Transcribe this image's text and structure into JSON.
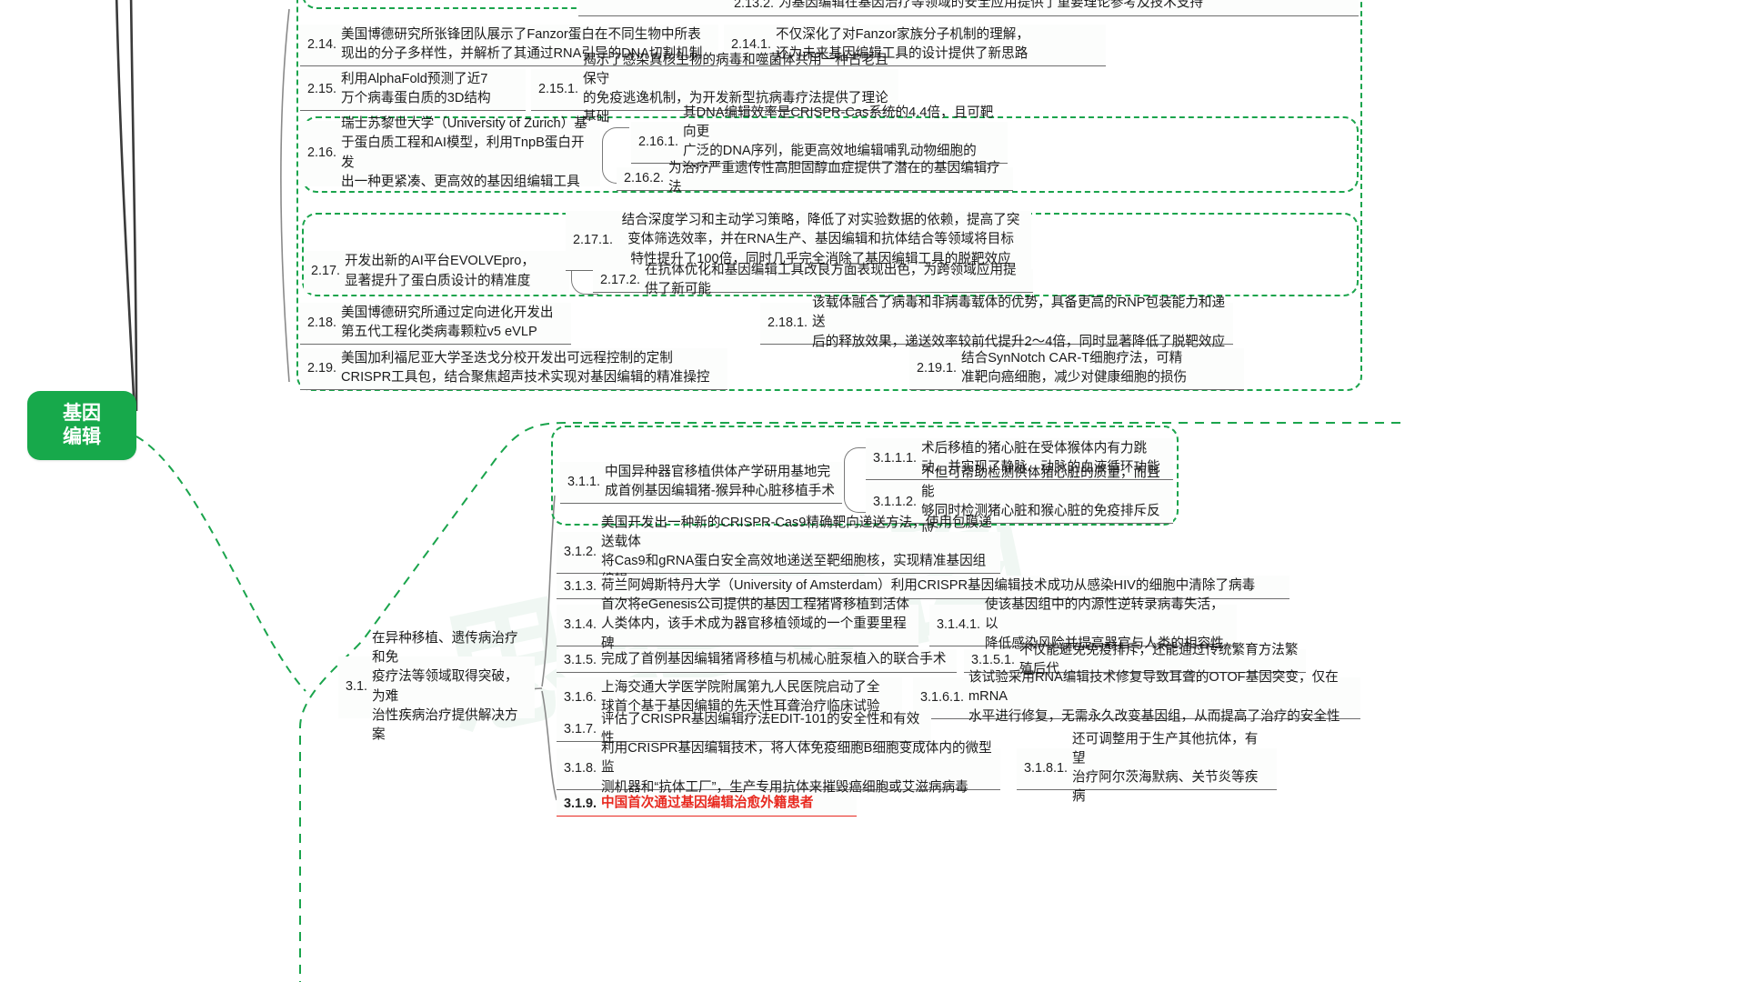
{
  "root": {
    "line1": "基因",
    "line2": "编辑"
  },
  "watermark": "思维导图",
  "branch2": {
    "nodes": [
      {
        "index": "2.13.2.",
        "text": "为基因编辑在基因治疗等领域的安全应用提供了重要理论参考及技术支持",
        "level": 3
      },
      {
        "index": "2.14.",
        "text": "美国博德研究所张锋团队展示了Fanzor蛋白在不同生物中所表\n现出的分子多样性，并解析了其通过RNA引导的DNA切割机制",
        "level": 2
      },
      {
        "index": "2.14.1.",
        "text": "不仅深化了对Fanzor家族分子机制的理解，\n还为未来基因编辑工具的设计提供了新思路",
        "level": 3
      },
      {
        "index": "2.15.",
        "text": "利用AlphaFold预测了近7\n万个病毒蛋白质的3D结构",
        "level": 2
      },
      {
        "index": "2.15.1.",
        "text": "揭示了感染真核生物的病毒和噬菌体共用一种古老且保守\n的免疫逃逸机制，为开发新型抗病毒疗法提供了理论基础",
        "level": 3
      },
      {
        "index": "2.16.",
        "text": "瑞士苏黎世大学（University of Zurich）基\n于蛋白质工程和AI模型，利用TnpB蛋白开发\n出一种更紧凑、更高效的基因组编辑工具",
        "level": 2
      },
      {
        "index": "2.16.1.",
        "text": "其DNA编辑效率是CRISPR-Cas系统的4.4倍，且可靶向更\n广泛的DNA序列，能更高效地编辑哺乳动物细胞的DNA",
        "level": 3
      },
      {
        "index": "2.16.2.",
        "text": "为治疗严重遗传性高胆固醇血症提供了潜在的基因编辑疗法",
        "level": 3
      },
      {
        "index": "2.17.",
        "text": "开发出新的AI平台EVOLVEpro，\n显著提升了蛋白质设计的精准度",
        "level": 2
      },
      {
        "index": "2.17.1.",
        "text": "结合深度学习和主动学习策略，降低了对实验数据的依赖，提高了突\n变体筛选效率，并在RNA生产、基因编辑和抗体结合等领域将目标\n特性提升了100倍，同时几乎完全消除了基因编辑工具的脱靶效应",
        "level": 3
      },
      {
        "index": "2.17.2.",
        "text": "在抗体优化和基因编辑工具改良方面表现出色，为跨领域应用提供了新可能",
        "level": 3
      },
      {
        "index": "2.18.",
        "text": "美国博德研究所通过定向进化开发出\n第五代工程化类病毒颗粒v5 eVLP",
        "level": 2
      },
      {
        "index": "2.18.1.",
        "text": "该载体融合了病毒和非病毒载体的优势，具备更高的RNP包装能力和递送\n后的释放效果，递送效率较前代提升2～4倍，同时显著降低了脱靶效应",
        "level": 3
      },
      {
        "index": "2.19.",
        "text": "美国加利福尼亚大学圣迭戈分校开发出可远程控制的定制\nCRISPR工具包，结合聚焦超声技术实现对基因编辑的精准操控",
        "level": 2
      },
      {
        "index": "2.19.1.",
        "text": "结合SynNotch CAR-T细胞疗法，可精\n准靶向癌细胞，减少对健康细胞的损伤",
        "level": 3
      }
    ]
  },
  "branch3": {
    "parent": {
      "index": "3.1.",
      "text": "在异种移植、遗传病治疗和免\n疫疗法等领域取得突破，为难\n治性疾病治疗提供解决方案"
    },
    "nodes": [
      {
        "index": "3.1.1.",
        "text": "中国异种器官移植供体产学研用基地完\n成首例基因编辑猪-猴异种心脏移植手术",
        "level": 3
      },
      {
        "index": "3.1.1.1.",
        "text": "术后移植的猪心脏在受体猴体内有力跳\n动，并实现了静脉、动脉的血液循环功能",
        "level": 4
      },
      {
        "index": "3.1.1.2.",
        "text": "不但可帮助检测供体猪心脏的质量，而且能\n够同时检测猪心脏和猴心脏的免疫排斥反应",
        "level": 4
      },
      {
        "index": "3.1.2.",
        "text": "美国开发出一种新的CRISPR-Cas9精确靶向递送方法，使用包膜递送载体\n将Cas9和gRNA蛋白安全高效地递送至靶细胞核，实现精准基因组编辑",
        "level": 3
      },
      {
        "index": "3.1.3.",
        "text": "荷兰阿姆斯特丹大学（University of Amsterdam）利用CRISPR基因编辑技术成功从感染HIV的细胞中清除了病毒",
        "level": 3
      },
      {
        "index": "3.1.4.",
        "text": "首次将eGenesis公司提供的基因工程猪肾移植到活体\n人类体内，该手术成为器官移植领域的一个重要里程碑",
        "level": 3
      },
      {
        "index": "3.1.4.1.",
        "text": "使该基因组中的内源性逆转录病毒失活，以\n降低感染风险并提高器官与人类的相容性",
        "level": 4
      },
      {
        "index": "3.1.5.",
        "text": "完成了首例基因编辑猪肾移植与机械心脏泵植入的联合手术",
        "level": 3
      },
      {
        "index": "3.1.5.1.",
        "text": "不仅能避免免疫排斥，还能通过传统繁育方法繁殖后代",
        "level": 4
      },
      {
        "index": "3.1.6.",
        "text": "上海交通大学医学院附属第九人民医院启动了全\n球首个基于基因编辑的先天性耳聋治疗临床试验",
        "level": 3
      },
      {
        "index": "3.1.6.1.",
        "text": "该试验采用RNA编辑技术修复导致耳聋的OTOF基因突变，仅在mRNA\n水平进行修复，无需永久改变基因组，从而提高了治疗的安全性",
        "level": 4
      },
      {
        "index": "3.1.7.",
        "text": "评估了CRISPR基因编辑疗法EDIT-101的安全性和有效性",
        "level": 3
      },
      {
        "index": "3.1.8.",
        "text": "利用CRISPR基因编辑技术，将人体免疫细胞B细胞变成体内的微型监\n测机器和“抗体工厂”，生产专用抗体来摧毁癌细胞或艾滋病病毒",
        "level": 3
      },
      {
        "index": "3.1.8.1.",
        "text": "还可调整用于生产其他抗体，有望\n治疗阿尔茨海默病、关节炎等疾病",
        "level": 4
      },
      {
        "index": "3.1.9.",
        "text": "中国首次通过基因编辑治愈外籍患者",
        "level": 3,
        "style": "red"
      }
    ]
  }
}
